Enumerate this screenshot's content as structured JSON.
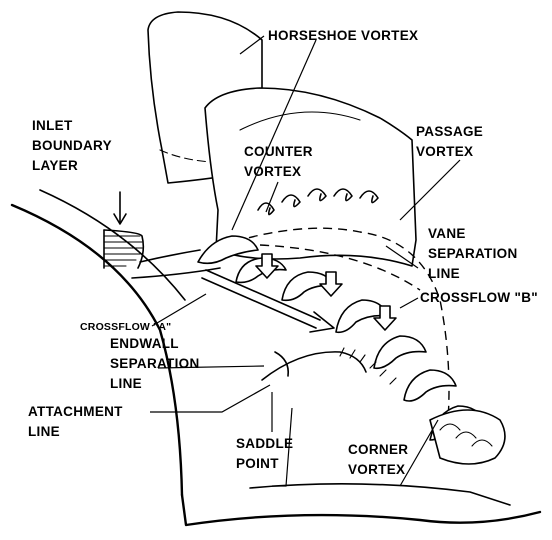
{
  "labels": {
    "horseshoe_vortex": "HORSESHOE VORTEX",
    "inlet_boundary_layer": [
      "INLET",
      "BOUNDARY",
      "LAYER"
    ],
    "counter_vortex": [
      "COUNTER",
      "VORTEX"
    ],
    "passage_vortex": [
      "PASSAGE",
      "VORTEX"
    ],
    "vane_separation_line": [
      "VANE",
      "SEPARATION",
      "LINE"
    ],
    "crossflow_a": "CROSSFLOW \"A\"",
    "crossflow_b": "CROSSFLOW \"B\"",
    "endwall_separation_line": [
      "ENDWALL",
      "SEPARATION",
      "LINE"
    ],
    "attachment_line": [
      "ATTACHMENT",
      "LINE"
    ],
    "saddle_point": [
      "SADDLE",
      "POINT"
    ],
    "corner_vortex": [
      "CORNER",
      "VORTEX"
    ]
  },
  "colors": {
    "ink": "#000000",
    "paper": "#ffffff"
  }
}
